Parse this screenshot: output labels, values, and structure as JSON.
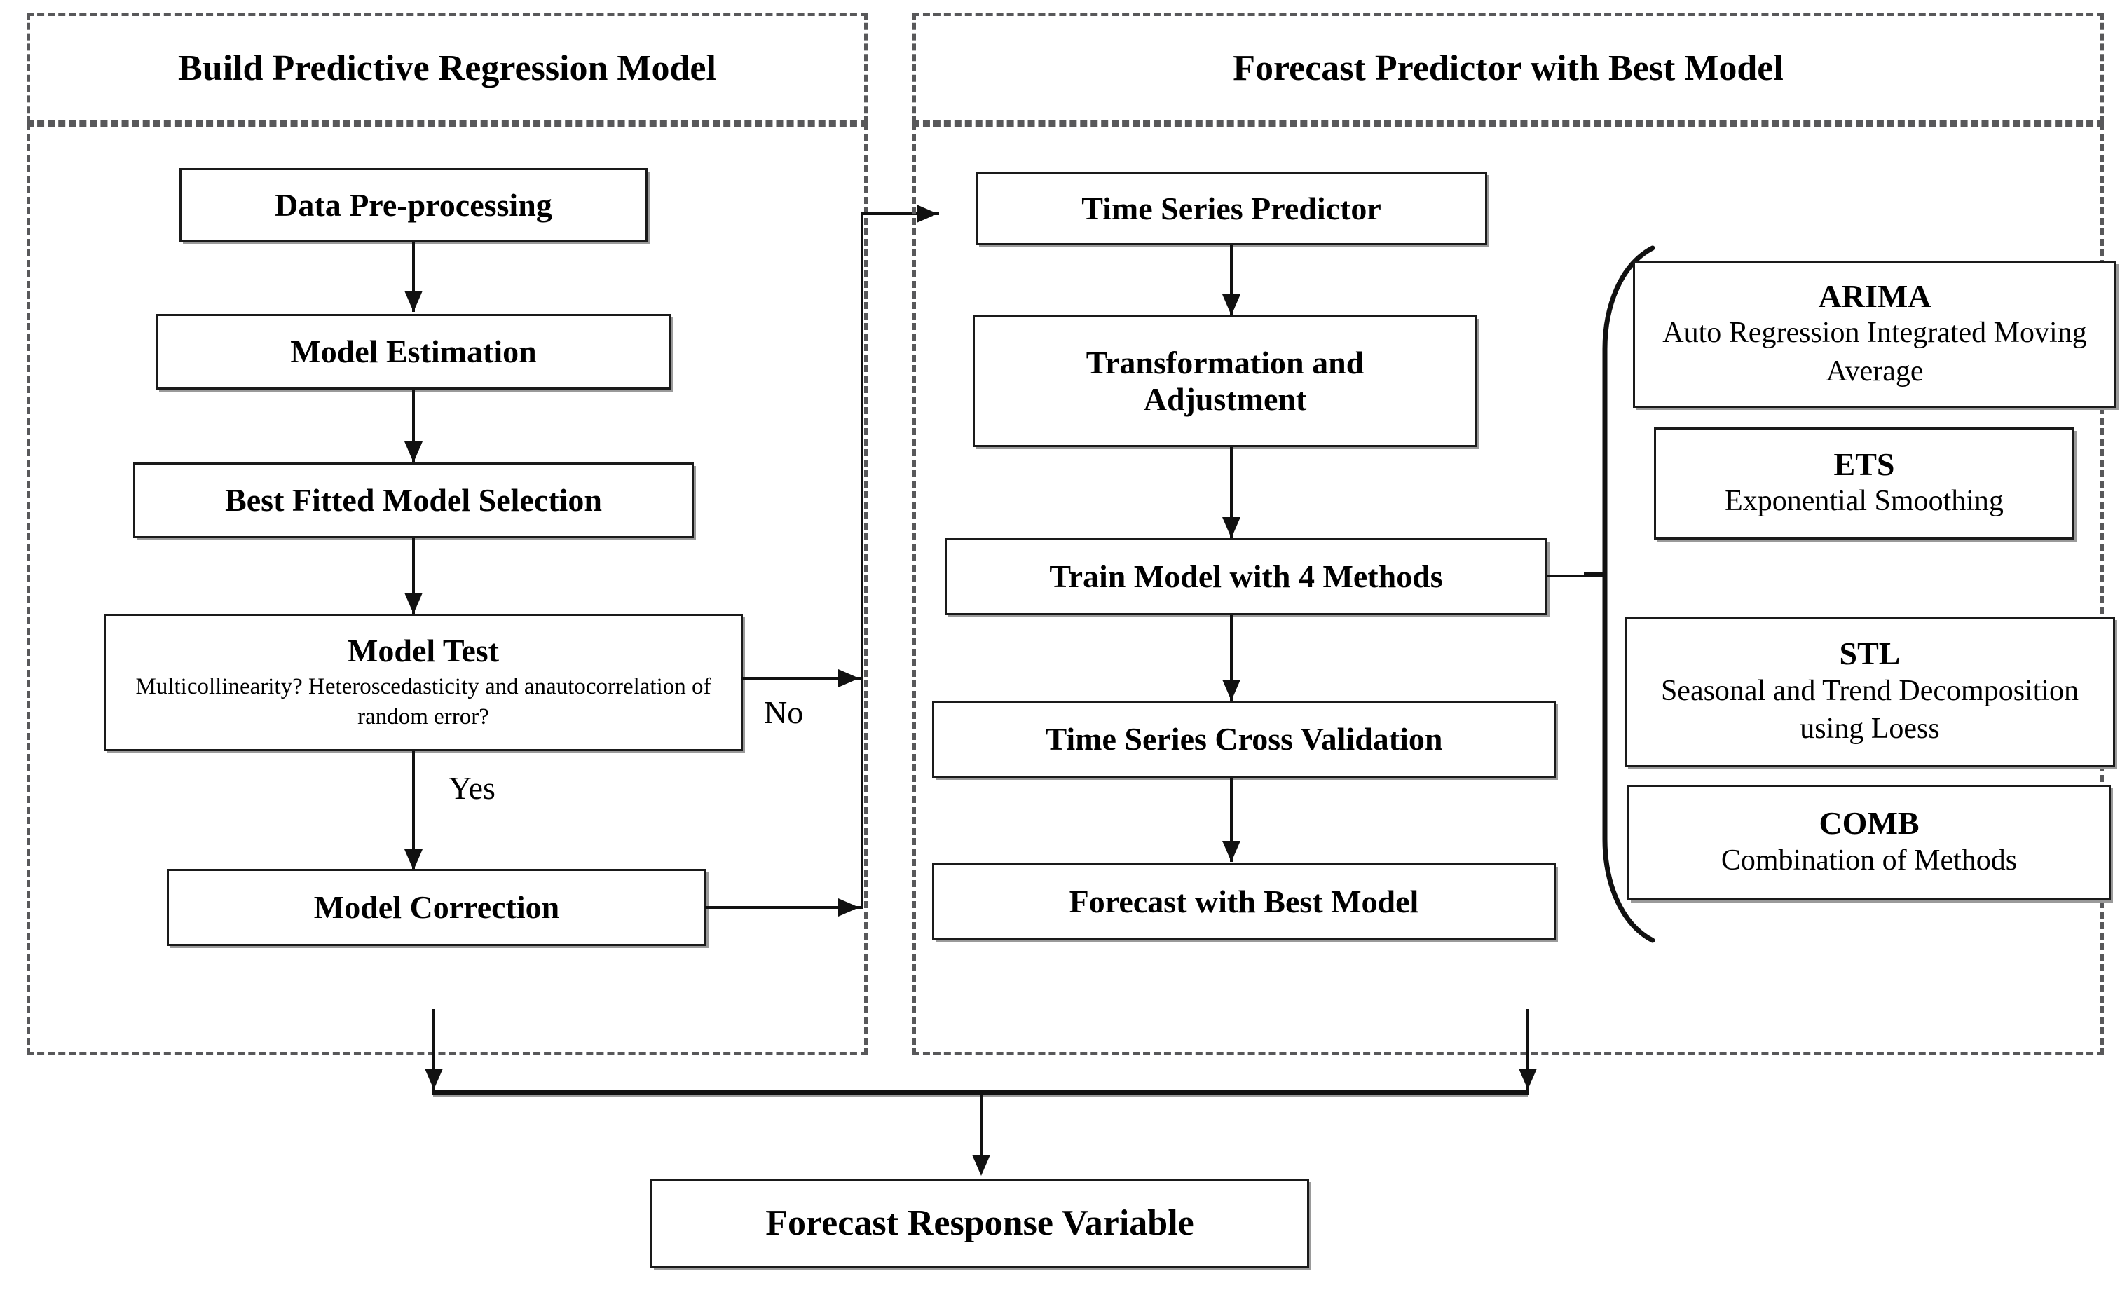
{
  "panels": [
    {
      "id": "build-regression",
      "title": "Build Predictive Regression Model"
    },
    {
      "id": "forecast-predictor",
      "title": "Forecast Predictor with Best Model"
    }
  ],
  "left_column": {
    "steps": [
      {
        "id": "data-pre-processing",
        "title": "Data Pre-processing",
        "subtitle": ""
      },
      {
        "id": "model-estimation",
        "title": "Model Estimation",
        "subtitle": ""
      },
      {
        "id": "best-fitted-model-selection",
        "title": "Best Fitted Model Selection",
        "subtitle": ""
      },
      {
        "id": "model-test",
        "title": "Model Test",
        "subtitle": "Multicollinearity? Heteroscedasticity and anautocorrelation of random error?"
      },
      {
        "id": "model-correction",
        "title": "Model Correction",
        "subtitle": ""
      }
    ],
    "edge_labels": {
      "no": "No",
      "yes": "Yes"
    }
  },
  "middle_column": {
    "steps": [
      {
        "id": "time-series-predictor",
        "title": "Time Series Predictor"
      },
      {
        "id": "transformation-and-adjustment",
        "title": "Transformation and Adjustment"
      },
      {
        "id": "train-model-with-4-methods",
        "title": "Train Model with 4 Methods"
      },
      {
        "id": "time-series-cross-validation",
        "title": "Time Series Cross Validation"
      },
      {
        "id": "forecast-with-best-model",
        "title": "Forecast with Best Model"
      }
    ]
  },
  "methods": [
    {
      "id": "arima",
      "acronym": "ARIMA",
      "expansion": "Auto Regression Integrated Moving Average"
    },
    {
      "id": "ets",
      "acronym": "ETS",
      "expansion": "Exponential Smoothing"
    },
    {
      "id": "stl",
      "acronym": "STL",
      "expansion": "Seasonal and Trend Decomposition using Loess"
    },
    {
      "id": "comb",
      "acronym": "COMB",
      "expansion": "Combination of Methods"
    }
  ],
  "output": {
    "id": "forecast-response-variable",
    "title": "Forecast Response Variable"
  },
  "colors": {
    "stroke": "#111111",
    "panel_dash": "#58585a",
    "box_shadow": "#9a9a9a",
    "text": "#000000",
    "background": "#ffffff"
  }
}
